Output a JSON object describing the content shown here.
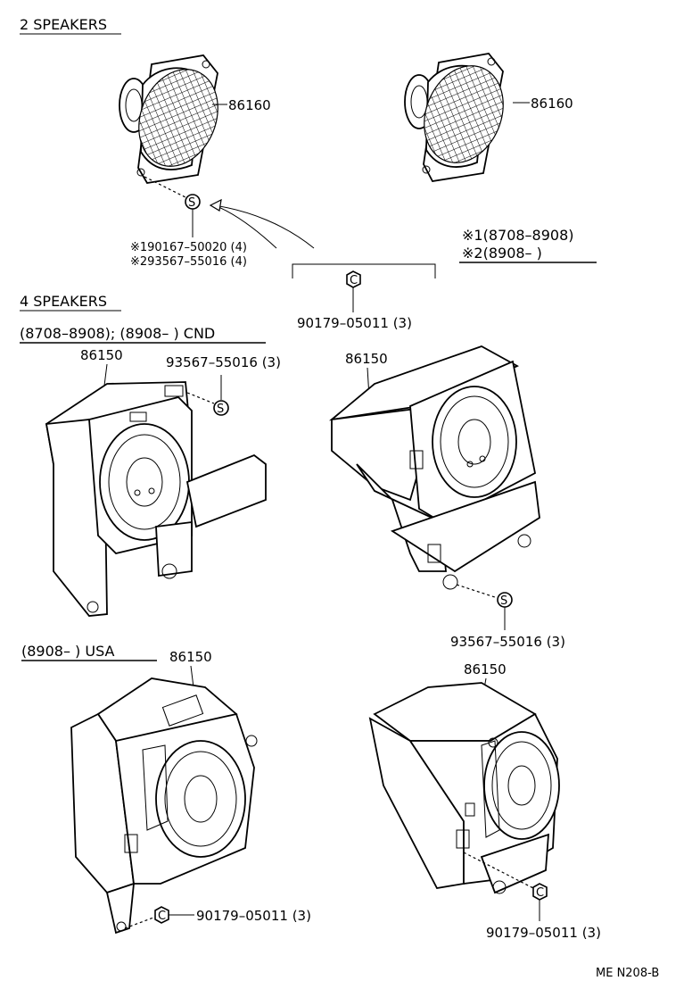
{
  "sections": {
    "two_speakers_title": "2  SPEAKERS",
    "four_speakers_title": "4  SPEAKERS",
    "cnd_range": "(8708–8908); (8908–          ) CND",
    "usa_range": "(8908–          ) USA"
  },
  "legend": {
    "line1": "※1(8708–8908)",
    "line2": "※2(8908–          )"
  },
  "parts": {
    "speaker_left": "86160",
    "speaker_right": "86160",
    "screw_notes": [
      "※190167–50020 (4)",
      "※293567–55016 (4)"
    ],
    "nut_top": "90179–05011 (3)",
    "cnd_left_box": "86150",
    "cnd_left_screw": "93567–55016 (3)",
    "cnd_right_box": "86150",
    "cnd_right_screw": "93567–55016 (3)",
    "usa_left_box": "86150",
    "usa_left_nut": "90179–05011 (3)",
    "usa_right_box": "86150",
    "usa_right_nut": "90179–05011 (3)"
  },
  "icons": {
    "screw_symbol": "S",
    "nut_symbol": "C"
  },
  "footer": {
    "code": "ME   N208-B"
  }
}
